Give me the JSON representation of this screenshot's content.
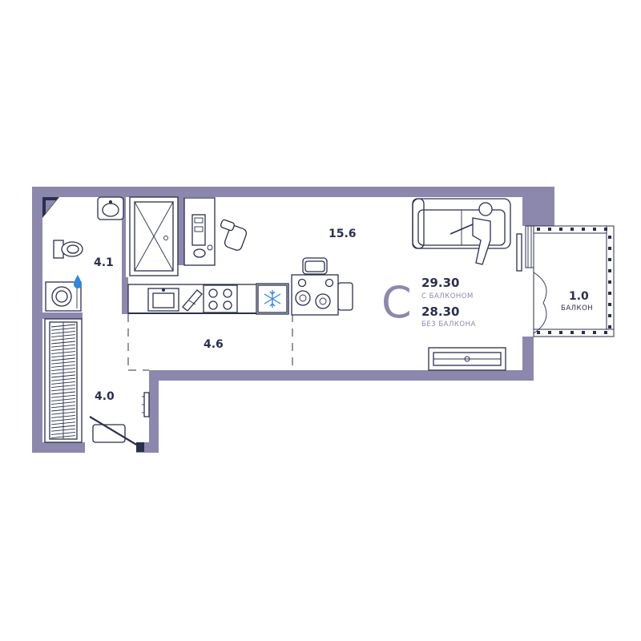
{
  "plan": {
    "apartment_type": "С",
    "area_with_balcony": "29.30",
    "area_with_balcony_caption": "С БАЛКОНОМ",
    "area_without_balcony": "28.30",
    "area_without_balcony_caption": "БЕЗ БАЛКОНА",
    "rooms": {
      "living": "15.6",
      "bathroom": "4.1",
      "kitchen": "4.6",
      "hallway": "4.0",
      "balcony": "1.0",
      "balcony_caption": "БАЛКОН"
    },
    "colors": {
      "wall": "#8c88ad",
      "line": "#2b2f4e",
      "accent_water": "#2e86de",
      "freezer_icon": "#2e86de"
    }
  }
}
